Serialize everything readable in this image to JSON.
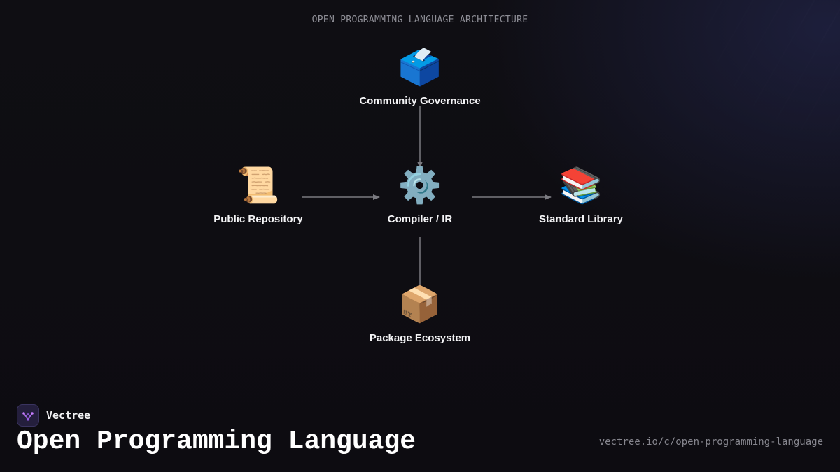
{
  "diagram": {
    "subtitle": "OPEN PROGRAMMING LANGUAGE ARCHITECTURE",
    "edge_color": "#7a7a80",
    "nodes": {
      "governance": {
        "label": "Community Governance",
        "icon": "ballot-box-icon",
        "glyph": "🗳️"
      },
      "repo": {
        "label": "Public Repository",
        "icon": "scroll-icon",
        "glyph": "📜"
      },
      "compiler": {
        "label": "Compiler / IR",
        "icon": "gear-icon",
        "glyph": "⚙️"
      },
      "stdlib": {
        "label": "Standard Library",
        "icon": "books-icon",
        "glyph": "📚"
      },
      "package": {
        "label": "Package Ecosystem",
        "icon": "package-icon",
        "glyph": "📦"
      }
    },
    "edges": [
      {
        "from": "governance",
        "to": "compiler",
        "arrow": true
      },
      {
        "from": "repo",
        "to": "compiler",
        "arrow": true
      },
      {
        "from": "compiler",
        "to": "stdlib",
        "arrow": true
      },
      {
        "from": "compiler",
        "to": "package",
        "arrow": false
      }
    ]
  },
  "footer": {
    "brand_name": "Vectree",
    "logo_icon": "vectree-logo-icon",
    "title": "Open Programming Language",
    "url": "vectree.io/c/open-programming-language"
  }
}
